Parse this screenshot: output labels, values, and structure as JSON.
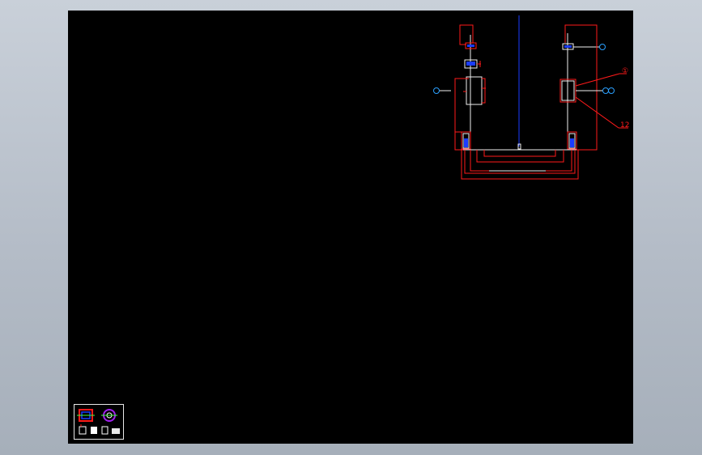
{
  "canvas": {
    "background": "#000000",
    "frame_color": "#b8c0ca"
  },
  "colors": {
    "red": "#ff1a1a",
    "white": "#f0f0f0",
    "blue": "#1a3cff",
    "cyan": "#2aa0ff"
  },
  "labels": {
    "top_right_balloon": "①",
    "left_balloon": "①",
    "right_balloon": "①①",
    "red_callout_top": "①",
    "red_callout_bottom": "12"
  }
}
